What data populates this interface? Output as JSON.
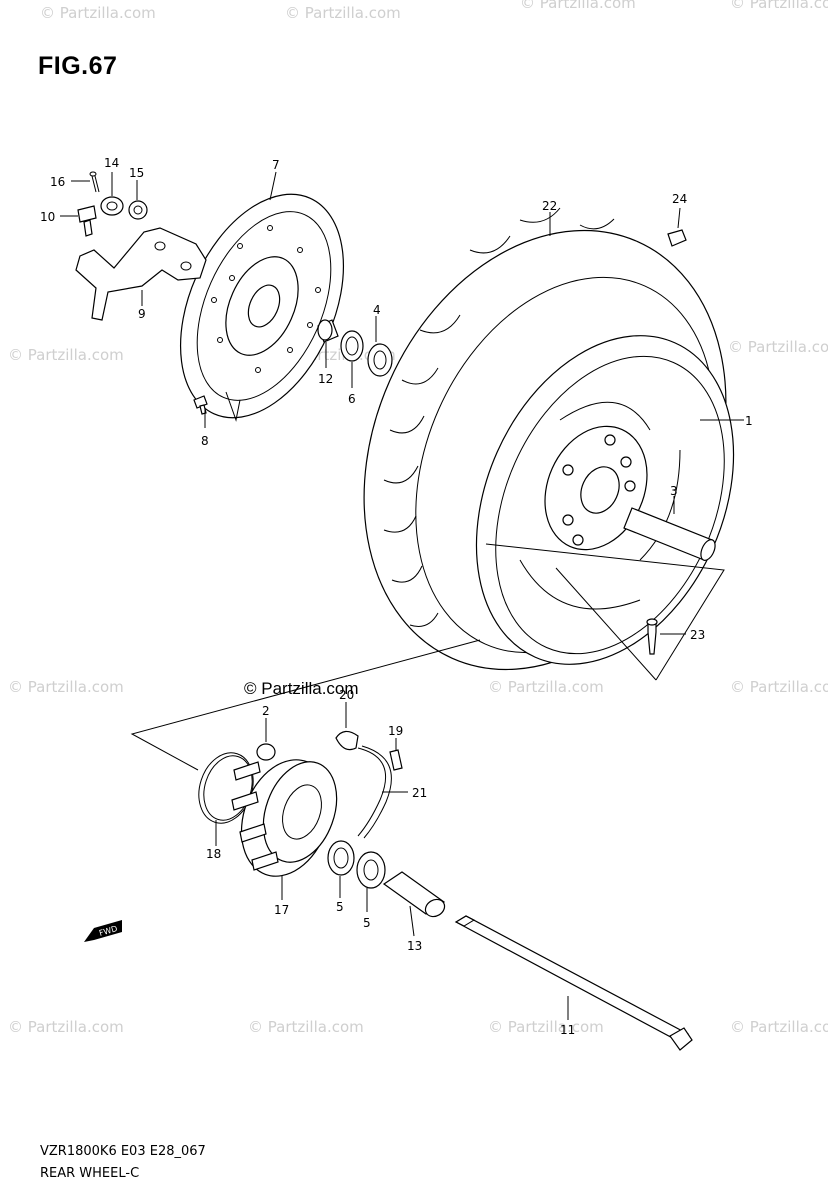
{
  "figure_title": "FIG.67",
  "footer": {
    "code": "VZR1800K6 E03 E28_067",
    "name": "REAR WHEEL-C"
  },
  "watermark": {
    "small": "© Partzilla.com",
    "main": "© Partzilla.com"
  },
  "direction_badge": "FWD",
  "callouts": {
    "p1": "1",
    "p2": "2",
    "p3": "3",
    "p4": "4",
    "p5a": "5",
    "p5b": "5",
    "p6": "6",
    "p7": "7",
    "p8": "8",
    "p9": "9",
    "p10": "10",
    "p11": "11",
    "p12": "12",
    "p13": "13",
    "p14": "14",
    "p15": "15",
    "p16": "16",
    "p17": "17",
    "p18": "18",
    "p19": "19",
    "p20": "20",
    "p21": "21",
    "p22": "22",
    "p23": "23",
    "p24": "24"
  }
}
